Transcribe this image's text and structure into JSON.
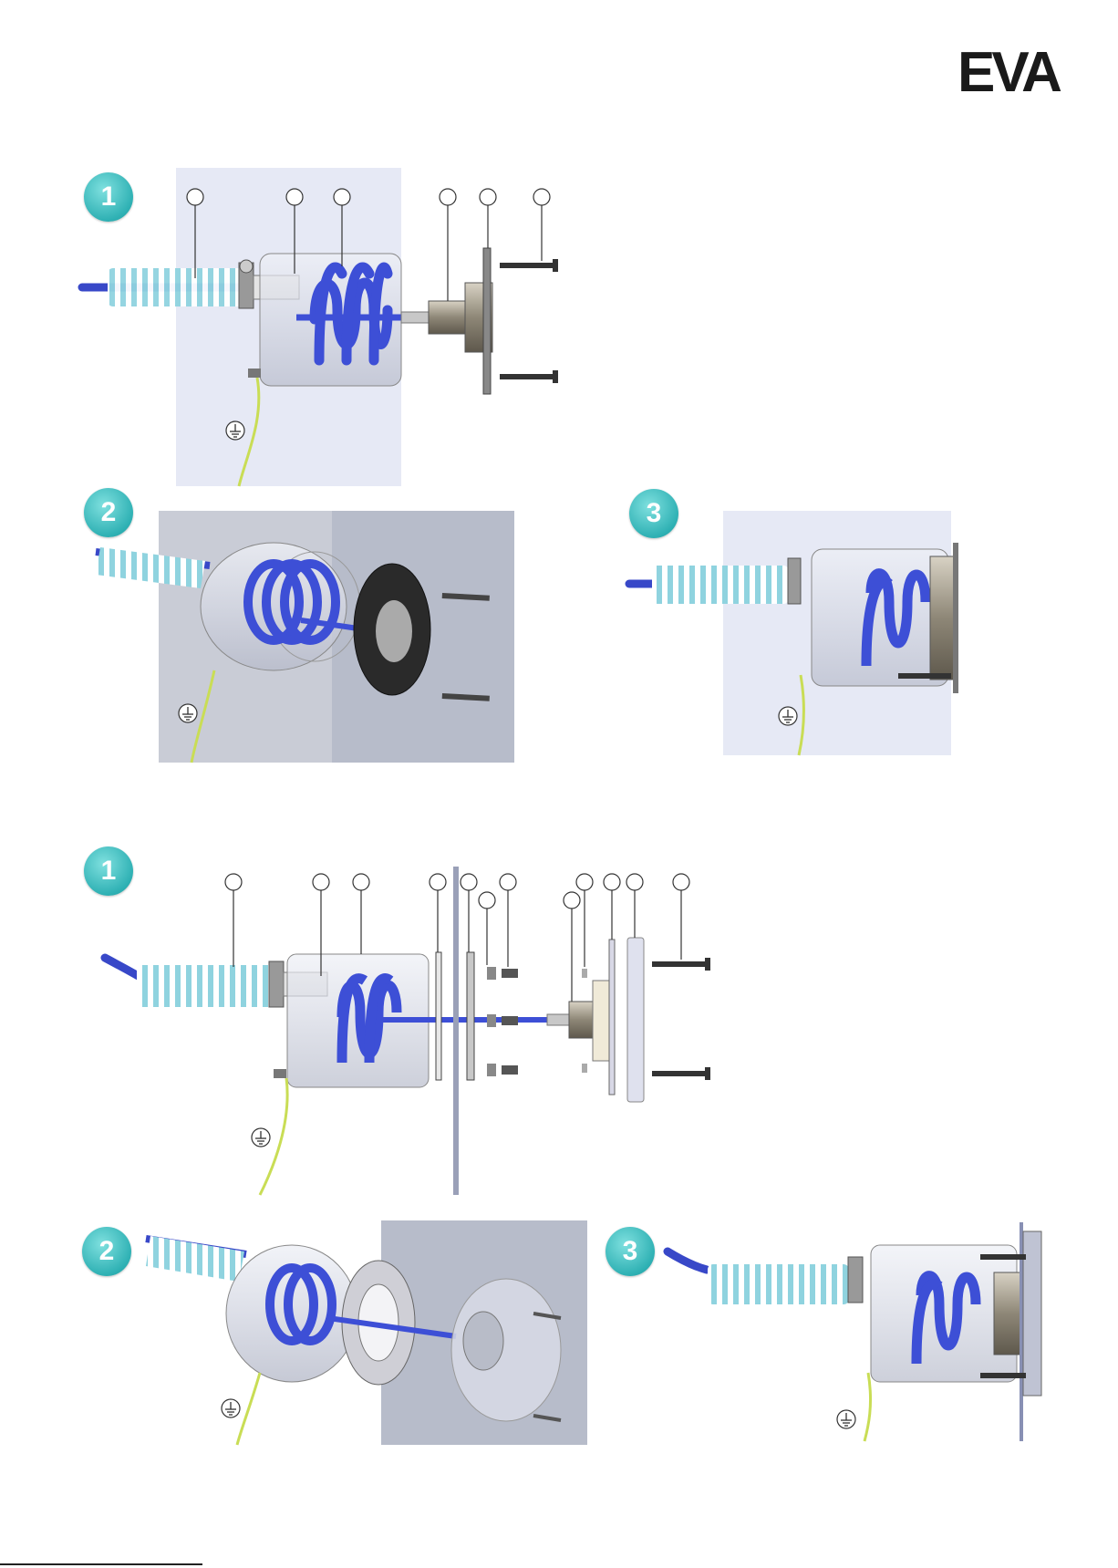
{
  "logo": {
    "text": "EVA"
  },
  "sections": {
    "top": {
      "steps": [
        "1",
        "2",
        "3"
      ]
    },
    "bottom": {
      "steps": [
        "1",
        "2",
        "3"
      ]
    }
  },
  "colors": {
    "badge": "#2fb1b4",
    "coil": "#3d4fd6",
    "hose_stripe": "#8fd3df",
    "ground_wire": "#c9dd55",
    "panel": "#e6e9f5",
    "wall": "#b7bcca"
  },
  "icons": {
    "ground": "earth-ground-icon"
  }
}
